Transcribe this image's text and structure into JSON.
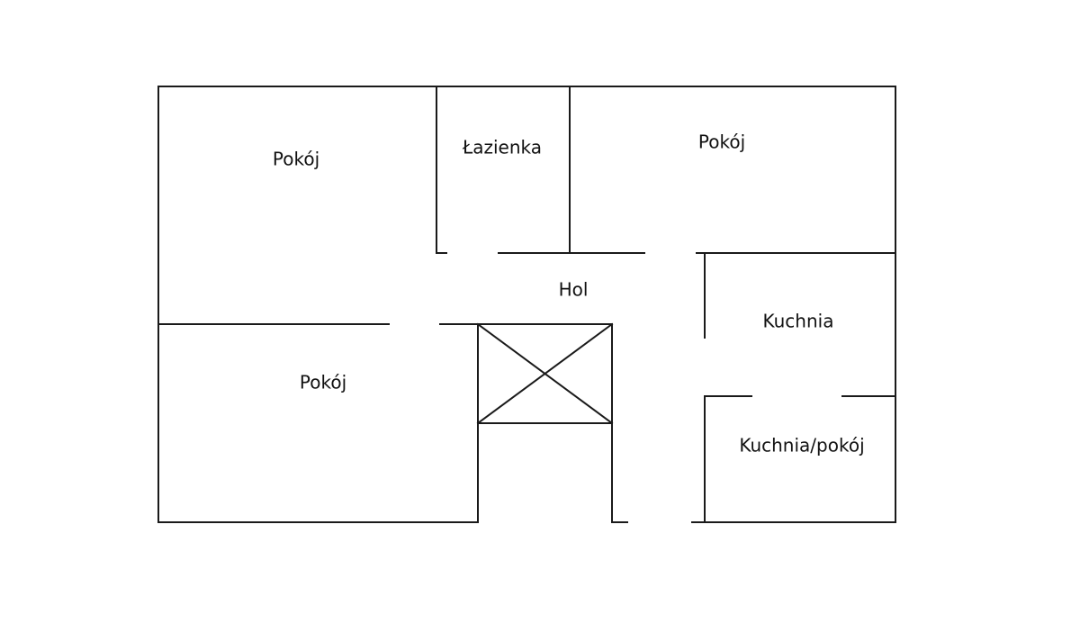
{
  "rooms": {
    "pokoj_top_left": "Pokój",
    "lazienka": "Łazienka",
    "pokoj_top_right": "Pokój",
    "hol": "Hol",
    "pokoj_bottom_left": "Pokój",
    "kuchnia": "Kuchnia",
    "kuchnia_pokoj": "Kuchnia/pokój"
  },
  "colors": {
    "wall": "#1a1a1a",
    "label": "#111111",
    "background": "#ffffff"
  }
}
